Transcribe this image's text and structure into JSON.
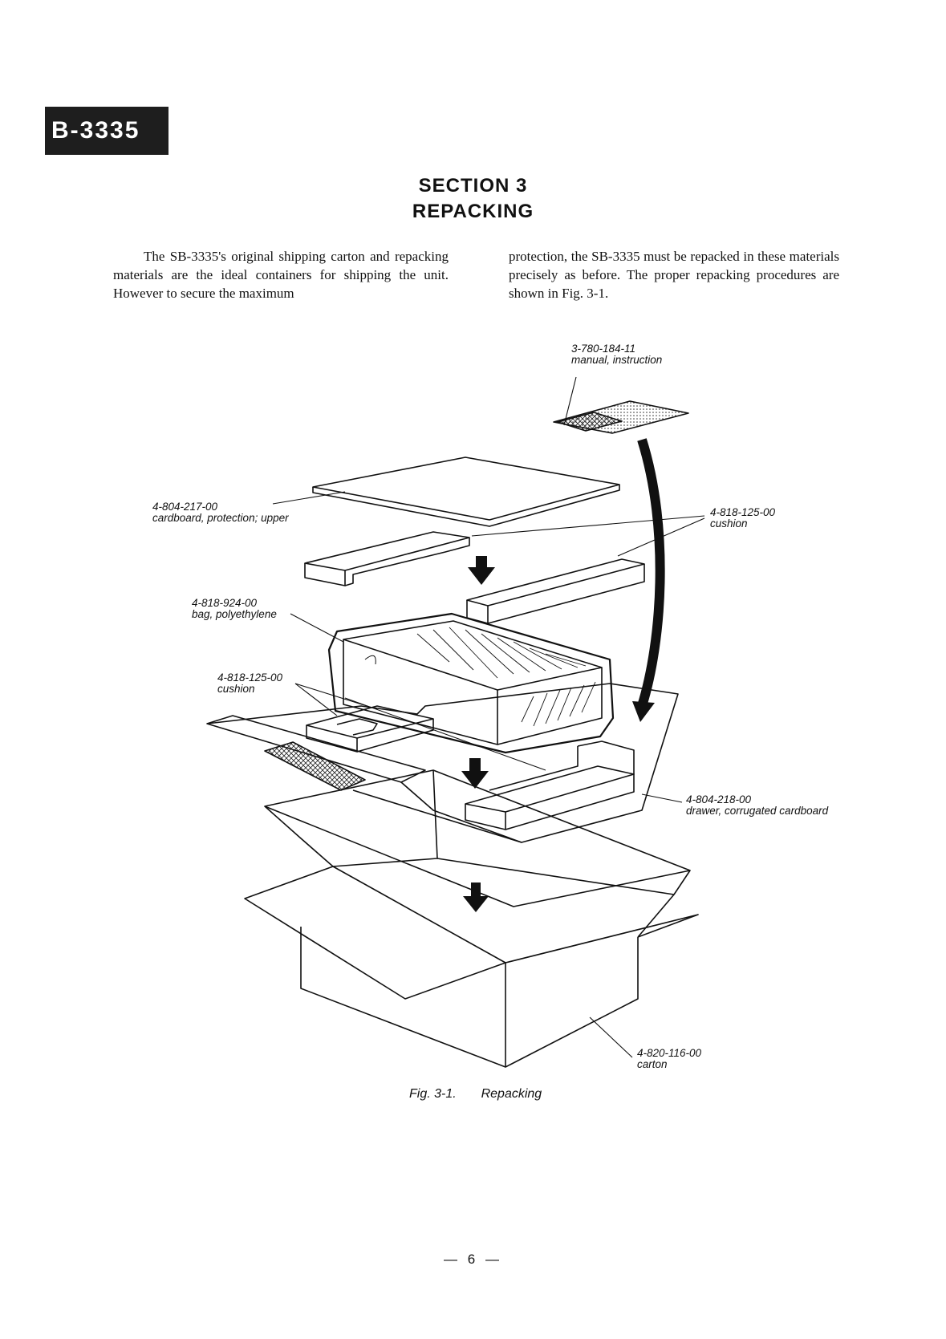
{
  "header": {
    "model_tab": "B-3335"
  },
  "section": {
    "number": "SECTION 3",
    "title": "REPACKING"
  },
  "body": {
    "col1": "The SB-3335's original shipping carton and repacking materials are the ideal containers for shipping the unit. However to secure the maximum",
    "col2": "protection, the SB-3335 must be repacked in these materials precisely as before. The proper repacking procedures are shown in Fig. 3-1."
  },
  "figure": {
    "parts": [
      {
        "part_no": "3-780-184-11",
        "desc": "manual, instruction"
      },
      {
        "part_no": "4-804-217-00",
        "desc": "cardboard, protection; upper"
      },
      {
        "part_no": "4-818-125-00",
        "desc": "cushion"
      },
      {
        "part_no": "4-818-924-00",
        "desc": "bag, polyethylene"
      },
      {
        "part_no": "4-818-125-00",
        "desc": "cushion"
      },
      {
        "part_no": "4-804-218-00",
        "desc": "drawer, corrugated cardboard"
      },
      {
        "part_no": "4-820-116-00",
        "desc": "carton"
      }
    ],
    "caption_num": "Fig. 3-1.",
    "caption_title": "Repacking"
  },
  "page": {
    "number": "— 6 —"
  }
}
